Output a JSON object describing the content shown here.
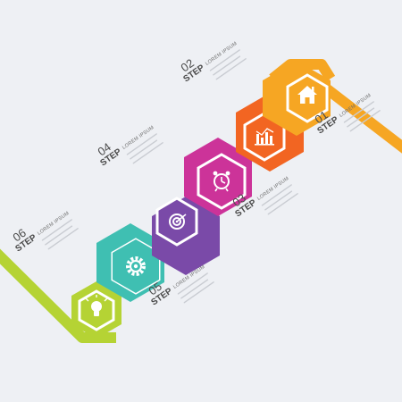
{
  "colors": {
    "background": "#eef0f4",
    "step01": "#f6a623",
    "step02": "#f26522",
    "step03": "#cc3399",
    "step04": "#7a4aa8",
    "step05": "#3fbfb2",
    "step06": "#b5d334",
    "text": "#4a4a4a",
    "placeholder_lines": "#c9ccd2"
  },
  "steps": [
    {
      "word": "STEP",
      "number": "01",
      "heading": "LOREM IPSUM",
      "icon": "home-icon"
    },
    {
      "word": "STEP",
      "number": "02",
      "heading": "LOREM IPSUM",
      "icon": "bar-chart-icon"
    },
    {
      "word": "STEP",
      "number": "03",
      "heading": "LOREM IPSUM",
      "icon": "alarm-clock-icon"
    },
    {
      "word": "STEP",
      "number": "04",
      "heading": "LOREM IPSUM",
      "icon": "target-icon"
    },
    {
      "word": "STEP",
      "number": "05",
      "heading": "LOREM IPSUM",
      "icon": "gear-icon"
    },
    {
      "word": "STEP",
      "number": "06",
      "heading": "LOREM IPSUM",
      "icon": "light-bulb-icon"
    }
  ]
}
